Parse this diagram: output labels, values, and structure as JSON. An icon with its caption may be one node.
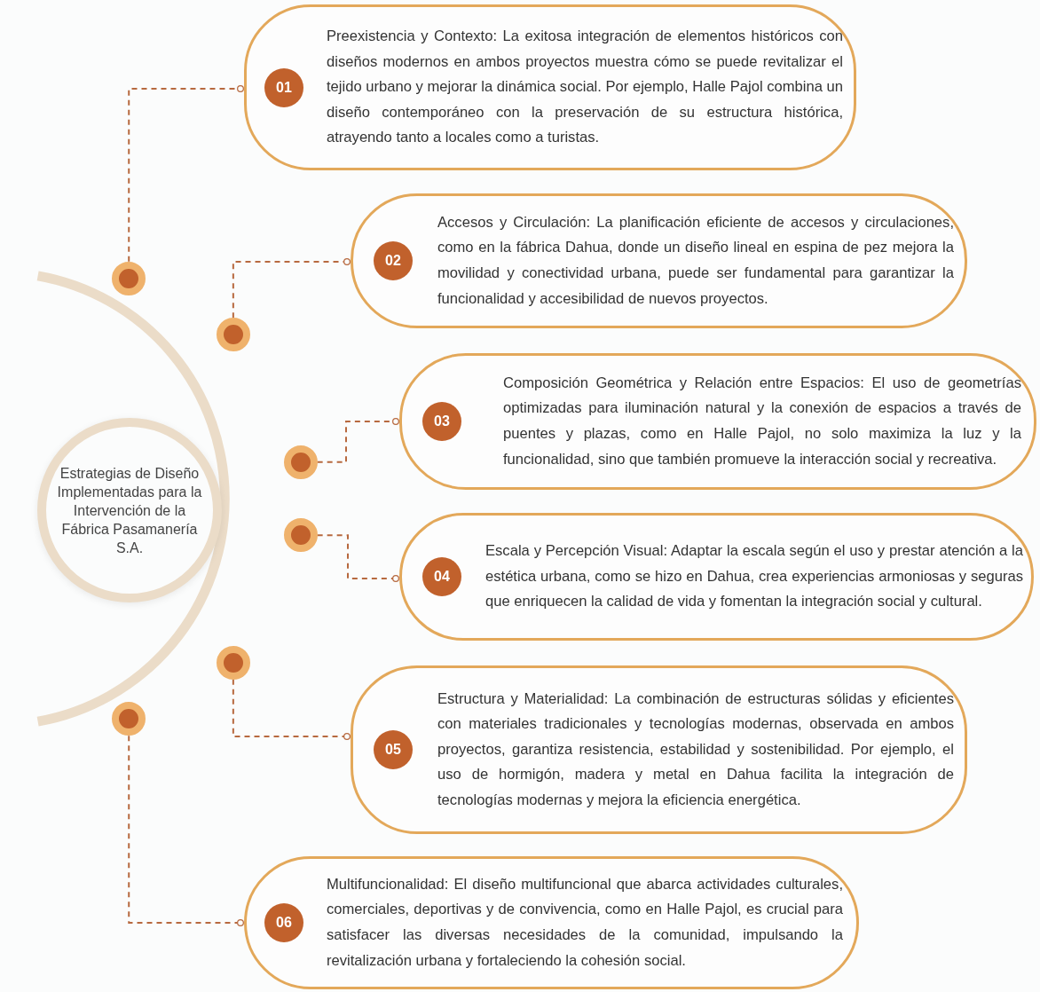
{
  "diagram": {
    "nodes": [
      {
        "text": [
          "Estrategias de Diseño Implementadas para la Intervención de la Fábrica Pasamanería S.A."
        ]
      },
      {
        "text": [
          "Preexistencia y Contexto: La exitosa integración de elementos históricos con diseños modernos en ambos proyectos muestra cómo se puede revitalizar el tejido urbano y mejorar la dinámica social. Por ejemplo, Halle Pajol combina un diseño contemporáneo con la preservación de su estructura histórica, atrayendo tanto a locales como a turistas."
        ]
      },
      {
        "text": [
          "01"
        ],
        "in": 1
      },
      {
        "text": [
          "Accesos y Circulación: La planificación eficiente de accesos y circulaciones, como en la fábrica Dahua, donde un diseño lineal en espina de pez mejora la movilidad y conectividad urbana, puede ser fundamental para garantizar la funcionalidad y accesibilidad de nuevos proyectos."
        ]
      },
      {
        "text": [
          "02"
        ],
        "in": 3
      },
      {
        "text": [
          "Composición Geométrica y Relación entre Espacios: El uso de geometrías optimizadas para iluminación natural y la conexión de espacios a través de puentes y plazas, como en Halle Pajol, no solo maximiza la luz y la funcionalidad, sino que también promueve la interacción social y recreativa."
        ]
      },
      {
        "text": [
          "03"
        ],
        "in": 5
      },
      {
        "text": [
          "Escala y Percepción Visual: Adaptar la escala según el uso y prestar atención a la estética urbana, como se hizo en Dahua, crea experiencias armoniosas y seguras que enriquecen la calidad de vida y fomentan la integración social y cultural."
        ]
      },
      {
        "text": [
          "04"
        ],
        "in": 7
      },
      {
        "text": [
          "Estructura y Materialidad: La combinación de estructuras sólidas y eficientes con materiales tradicionales y tecnologías modernas, observada en ambos proyectos, garantiza resistencia, estabilidad y sostenibilidad. Por ejemplo, el uso de hormigón, madera y metal en Dahua facilita la integración de tecnologías modernas y mejora la eficiencia energética."
        ]
      },
      {
        "text": [
          "05"
        ],
        "in": 9
      },
      {
        "text": [
          "Multifuncionalidad: El diseño multifuncional que abarca actividades culturales, comerciales, deportivas y de convivencia, como en Halle Pajol, es crucial para satisfacer las diversas necesidades de la comunidad, impulsando la revitalización urbana y fortaleciendo la cohesión social."
        ]
      },
      {
        "text": [
          "06"
        ],
        "in": 11
      },
      {
        "text": [],
        "shape": "circle"
      },
      {
        "text": [],
        "shape": "circle"
      },
      {
        "text": [],
        "shape": "circle"
      },
      {
        "text": [],
        "shape": "circle"
      },
      {
        "text": [],
        "shape": "circle"
      },
      {
        "text": [],
        "shape": "circle"
      }
    ],
    "edges": [
      {
        "from": 13,
        "to": 1,
        "arrow": "other",
        "style": "dashed"
      },
      {
        "from": 14,
        "to": 3,
        "arrow": "other",
        "style": "dashed"
      },
      {
        "from": 15,
        "to": 5,
        "arrow": "other",
        "style": "dashed"
      },
      {
        "from": 16,
        "to": 7,
        "arrow": "other",
        "style": "dashed"
      },
      {
        "from": 17,
        "to": 9,
        "arrow": "other",
        "style": "dashed"
      },
      {
        "from": 18,
        "to": 11,
        "arrow": "other",
        "style": "dashed"
      }
    ]
  }
}
